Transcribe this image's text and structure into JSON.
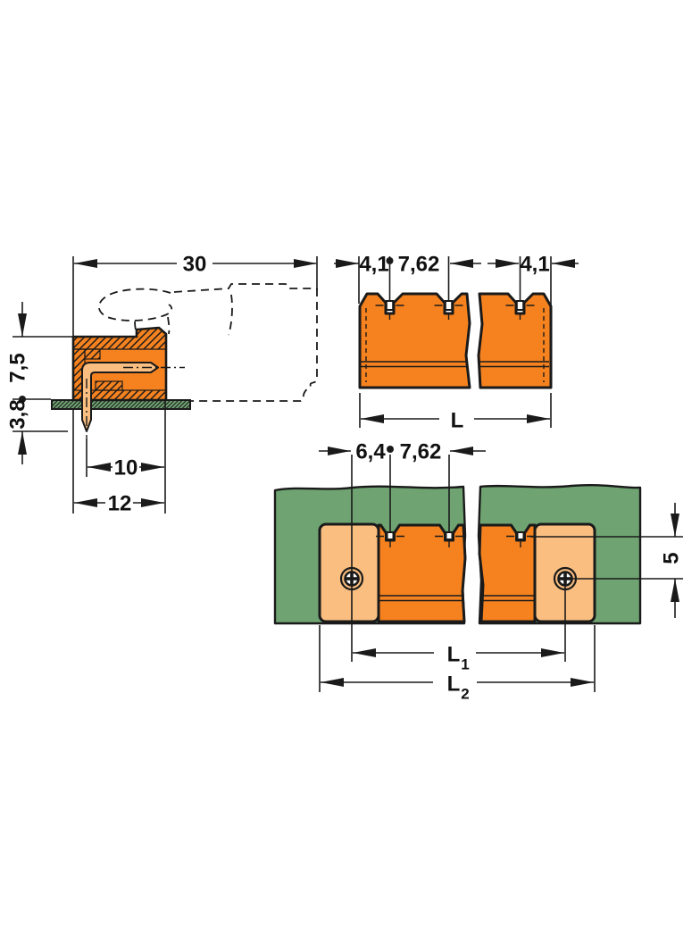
{
  "colors": {
    "housing_orange": "#F5821F",
    "flange_and_pin_tan": "#F9BE80",
    "pcb_green": "#6FA472",
    "line_black": "#1A1A1A",
    "background_white": "#FFFFFF"
  },
  "labels": {
    "side_view": {
      "total_width": "30",
      "insulator_height_above_pcb": "7,5",
      "pin_protrusion_below_pcb": "3,8",
      "pin_center_to_front": "10",
      "total_depth": "12"
    },
    "front_view": {
      "edge_to_first_pin": "4,1",
      "pin_pitch": "7,62",
      "last_pin_to_edge": "4,1",
      "total_length": "L"
    },
    "pcb_view": {
      "screw_center_to_first_pin": "6,4",
      "pin_pitch": "7,62",
      "pin_row_to_screw_row": "5",
      "l1_main": "L",
      "l1_sub": "1",
      "l2_main": "L",
      "l2_sub": "2"
    }
  }
}
